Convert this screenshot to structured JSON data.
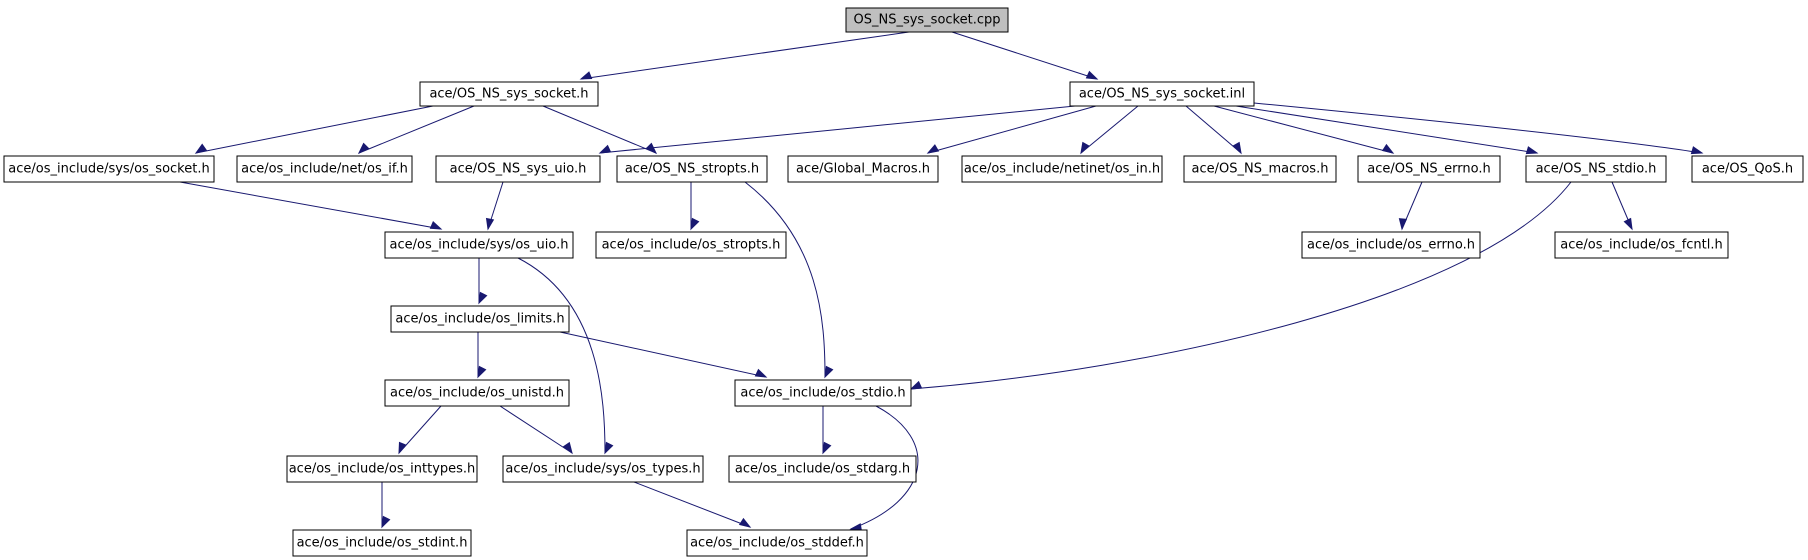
{
  "graph": {
    "colors": {
      "edge": "#191970",
      "root_fill": "#bfbfbf",
      "node_fill": "#ffffff",
      "node_border": "#000000"
    },
    "nodes": {
      "root": "OS_NS_sys_socket.cpp",
      "sock_h": "ace/OS_NS_sys_socket.h",
      "sock_inl": "ace/OS_NS_sys_socket.inl",
      "sys_os_socket": "ace/os_include/sys/os_socket.h",
      "net_os_if": "ace/os_include/net/os_if.h",
      "sys_uio_h": "ace/OS_NS_sys_uio.h",
      "stropts_h": "ace/OS_NS_stropts.h",
      "global_macros": "ace/Global_Macros.h",
      "netinet_os_in": "ace/os_include/netinet/os_in.h",
      "ns_macros": "ace/OS_NS_macros.h",
      "ns_errno": "ace/OS_NS_errno.h",
      "ns_stdio": "ace/OS_NS_stdio.h",
      "qos": "ace/OS_QoS.h",
      "sys_os_uio": "ace/os_include/sys/os_uio.h",
      "os_stropts": "ace/os_include/os_stropts.h",
      "os_errno": "ace/os_include/os_errno.h",
      "os_fcntl": "ace/os_include/os_fcntl.h",
      "os_limits": "ace/os_include/os_limits.h",
      "os_unistd": "ace/os_include/os_unistd.h",
      "os_stdio": "ace/os_include/os_stdio.h",
      "os_inttypes": "ace/os_include/os_inttypes.h",
      "sys_os_types": "ace/os_include/sys/os_types.h",
      "os_stdarg": "ace/os_include/os_stdarg.h",
      "os_stdint": "ace/os_include/os_stdint.h",
      "os_stddef": "ace/os_include/os_stddef.h"
    }
  }
}
